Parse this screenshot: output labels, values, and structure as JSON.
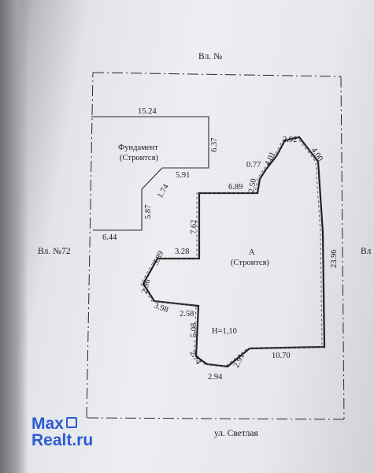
{
  "neighbors": {
    "top": "Вл. №",
    "left": "Вл. №72",
    "right": "Вл",
    "street": "ул. Светлая"
  },
  "foundation": {
    "title_line1": "Фундамент",
    "title_line2": "(Строится)",
    "dims": [
      "15.24",
      "6.37",
      "5.91",
      "1.74",
      "5.87",
      "6.44"
    ]
  },
  "building": {
    "title_line1": "А",
    "title_line2": "(Строится)",
    "height": "Н=1,10",
    "dims": [
      "6.89",
      "2.50",
      "0.77",
      "4.01",
      "2.92",
      "4.00",
      "23.96",
      "7.62",
      "3.28",
      "3.89",
      "2.96",
      "3.98",
      "2.58",
      "5.08",
      "2.74",
      "2.94",
      "2.91",
      "10.70"
    ]
  },
  "watermark": {
    "line1": "Max",
    "line2": "Realt.ru",
    "color": "#2b5bd4",
    "icon": "square-outline-icon"
  }
}
